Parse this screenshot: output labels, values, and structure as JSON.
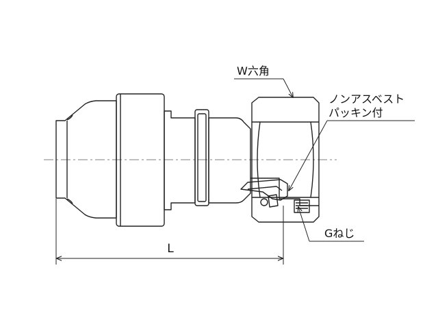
{
  "labels": {
    "hex": "W六角",
    "gasket_line1": "ノンアスベスト",
    "gasket_line2": "パッキン付",
    "thread": "Gねじ",
    "length": "L"
  },
  "colors": {
    "outline": "#222222",
    "centerline": "#555555",
    "background": "#ffffff"
  }
}
